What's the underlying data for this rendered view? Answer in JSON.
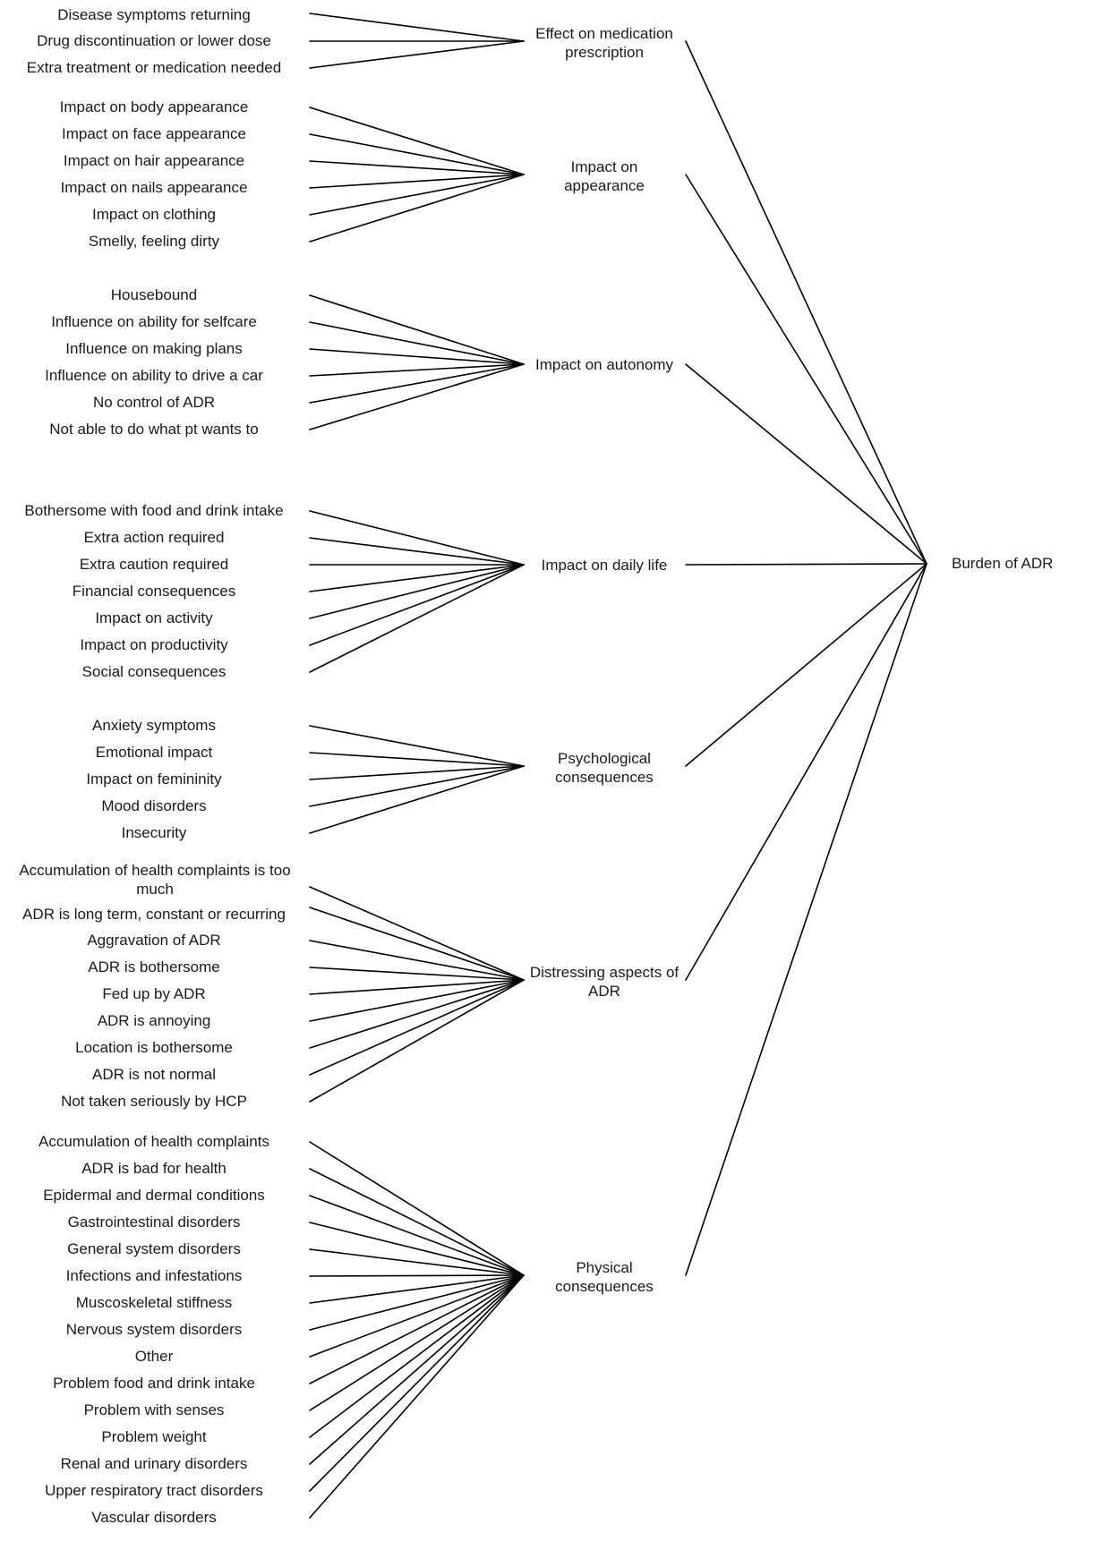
{
  "diagram": {
    "root": "Burden of ADR",
    "categories": [
      {
        "label": "Effect on medication prescription",
        "label_lines": [
          "Effect on medication",
          "prescription"
        ],
        "items": [
          "Disease symptoms returning",
          "Drug discontinuation or lower dose",
          "Extra treatment or medication needed"
        ]
      },
      {
        "label": "Impact on appearance",
        "label_lines": [
          "Impact on",
          "appearance"
        ],
        "items": [
          "Impact on body appearance",
          "Impact on face appearance",
          "Impact on hair appearance",
          "Impact on nails appearance",
          "Impact on clothing",
          "Smelly, feeling dirty"
        ]
      },
      {
        "label": "Impact on autonomy",
        "label_lines": [
          "Impact on autonomy"
        ],
        "items": [
          "Housebound",
          "Influence on ability for selfcare",
          "Influence on making plans",
          "Influence on ability to drive a car",
          "No control of ADR",
          "Not able to do what pt wants to"
        ]
      },
      {
        "label": "Impact on daily life",
        "label_lines": [
          "Impact on daily life"
        ],
        "items": [
          "Bothersome with food and drink intake",
          "Extra action required",
          "Extra caution required",
          "Financial consequences",
          "Impact on activity",
          "Impact on productivity",
          "Social consequences"
        ]
      },
      {
        "label": "Psychological consequences",
        "label_lines": [
          "Psychological",
          "consequences"
        ],
        "items": [
          "Anxiety symptoms",
          "Emotional impact",
          "Impact on femininity",
          "Mood disorders",
          "Insecurity"
        ]
      },
      {
        "label": "Distressing aspects of ADR",
        "label_lines": [
          "Distressing aspects of",
          "ADR"
        ],
        "items": [
          "Accumulation of health complaints is too much",
          "ADR is long term, constant or recurring",
          "Aggravation of ADR",
          "ADR is bothersome",
          "Fed up by ADR",
          "ADR is annoying",
          "Location is bothersome",
          "ADR is not normal",
          "Not taken seriously by HCP"
        ]
      },
      {
        "label": "Physical consequences",
        "label_lines": [
          "Physical",
          "consequences"
        ],
        "items": [
          "Accumulation of health complaints",
          "ADR is bad for health",
          "Epidermal and dermal conditions",
          "Gastrointestinal disorders",
          "General system disorders",
          "Infections and infestations",
          "Muscoskeletal stiffness",
          "Nervous system disorders",
          "Other",
          "Problem food and drink intake",
          "Problem with senses",
          "Problem weight",
          "Renal and urinary disorders",
          "Upper respiratory tract disorders",
          "Vascular disorders"
        ]
      }
    ]
  }
}
